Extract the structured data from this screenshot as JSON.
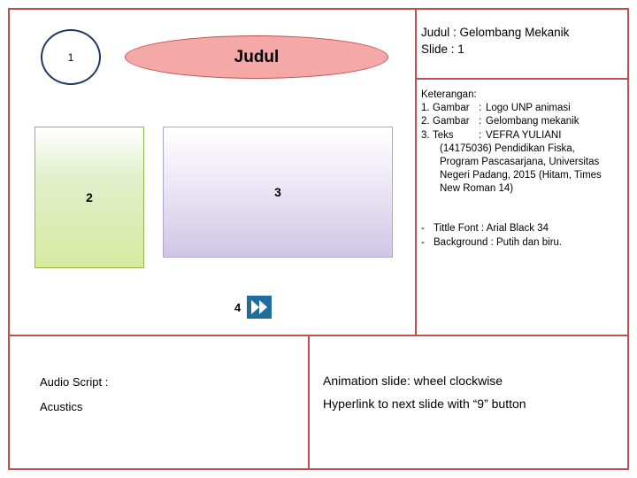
{
  "slide": {
    "number_badge": "1",
    "title_shape_label": "Judul",
    "panel2_label": "2",
    "panel3_label": "3",
    "item4_label": "4",
    "next_arrow_icon": "next-arrow-icon"
  },
  "right_column": {
    "title_lines": [
      "Judul : Gelombang Mekanik",
      "Slide  : 1"
    ],
    "keterangan_heading": "Keterangan:",
    "keterangan_items": [
      {
        "num": "1.",
        "label": "Gambar",
        "colon": ":",
        "value": "Logo UNP animasi"
      },
      {
        "num": "2.",
        "label": "Gambar",
        "colon": ":",
        "value": "Gelombang mekanik"
      },
      {
        "num": "3.",
        "label": "Teks",
        "colon": ":",
        "value": "VEFRA YULIANI"
      }
    ],
    "keterangan_continuation": [
      "(14175036) Pendidikan Fiska,",
      "Program Pascasarjana, Universitas",
      "Negeri Padang, 2015 (Hitam, Times",
      "New Roman  14)"
    ],
    "notes": [
      "Tittle Font : Arial Black 34",
      "Background : Putih dan biru."
    ],
    "notes_dash": "-"
  },
  "bottom": {
    "audio_lines": [
      "Audio Script :",
      "Acustics"
    ],
    "animation_lines": [
      "Animation slide: wheel clockwise",
      "Hyperlink to next slide with “9” button"
    ]
  },
  "colors": {
    "frame": "#c0504d",
    "ellipse_fill": "#f4a9a8",
    "green_fill": "#d6ea9e",
    "purple_fill": "#cfc6e6",
    "arrow_box": "#1f6f9e",
    "circle_border": "#1f3864"
  }
}
